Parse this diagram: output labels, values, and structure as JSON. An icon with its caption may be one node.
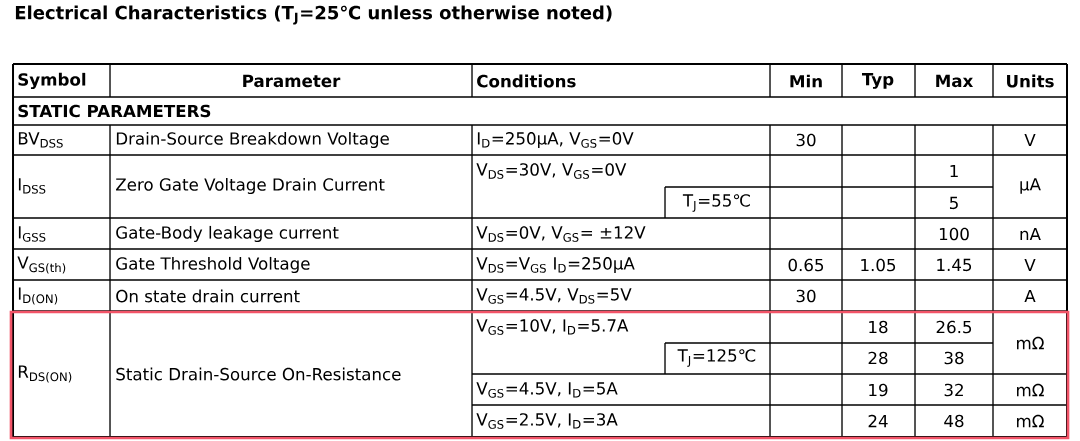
{
  "diagram": {
    "title": "Electrical Characteristics (T$_{J}$=25℃ unless otherwise noted)",
    "labels": [
      "Symbol",
      "Parameter",
      "Conditions",
      "Min",
      "Typ",
      "Max",
      "Units",
      "STATIC PARAMETERS",
      "BV$_{DSS}$",
      "Drain-Source Breakdown Voltage",
      "I$_{D}$=250µA, V$_{GS}$=0V",
      "30",
      "V",
      "I$_{DSS}$",
      "Zero Gate Voltage Drain Current",
      "V$_{DS}$=30V, V$_{GS}$=0V",
      "1",
      "µA",
      "T$_{J}$=55℃",
      "5",
      "I$_{GSS}$",
      "Gate-Body leakage current",
      "V$_{DS}$=0V, V$_{GS}$= ±12V",
      "100",
      "nA",
      "V$_{GS(th)}$",
      "Gate Threshold Voltage",
      "V$_{DS}$=V$_{GS}$ I$_{D}$=250µA",
      "0.65",
      "1.05",
      "1.45",
      "V",
      "I$_{D(ON)}$",
      "On state drain current",
      "V$_{GS}$=4.5V, V$_{DS}$=5V",
      "30",
      "A",
      "R$_{DS(ON)}$",
      "Static Drain-Source On-Resistance",
      "V$_{GS}$=10V, I$_{D}$=5.7A",
      "18",
      "26.5",
      "mΩ",
      "T$_{J}$=125℃",
      "28",
      "38",
      "V$_{GS}$=4.5V, I$_{D}$=5A",
      "19",
      "32",
      "mΩ",
      "V$_{GS}$=2.5V, I$_{D}$=3A",
      "24",
      "48",
      "mΩ"
    ]
  }
}
